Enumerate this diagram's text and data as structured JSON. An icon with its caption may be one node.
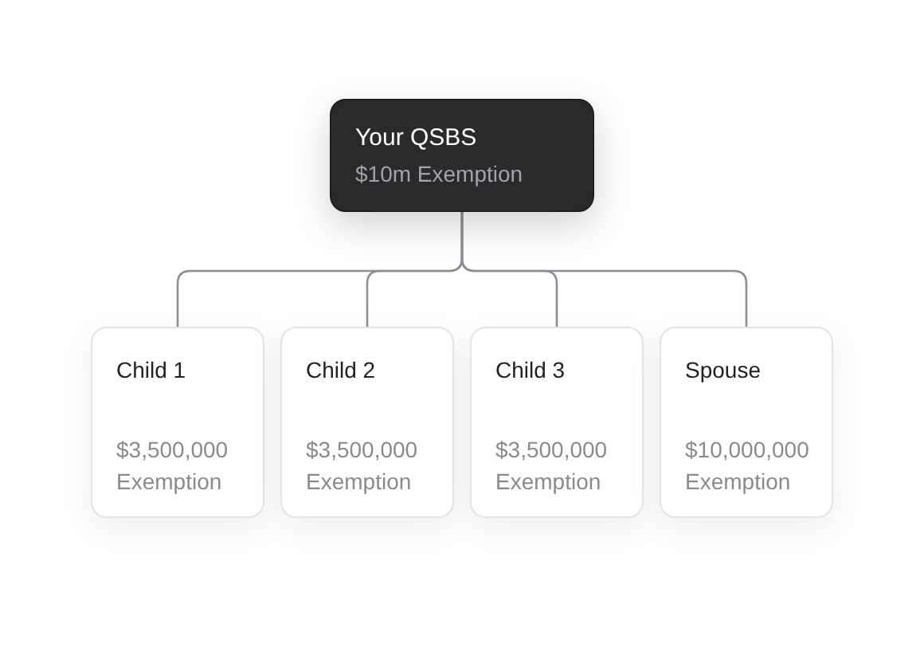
{
  "diagram": {
    "nodes": [
      {
        "text": [
          "Your QSBS",
          "$10m Exemption"
        ]
      },
      {
        "text": [
          "Child 1",
          "$3,500,000 Exemption"
        ]
      },
      {
        "text": [
          "Child 2",
          "$3,500,000 Exemption"
        ]
      },
      {
        "text": [
          "Child 3",
          "$3,500,000 Exemption"
        ]
      },
      {
        "text": [
          "Spouse",
          "$10,000,000 Exemption"
        ]
      }
    ],
    "edges": [
      {
        "from": 0,
        "to": 1,
        "arrow": "none"
      },
      {
        "from": 0,
        "to": 2,
        "arrow": "none"
      },
      {
        "from": 0,
        "to": 3,
        "arrow": "none"
      },
      {
        "from": 0,
        "to": 4,
        "arrow": "none"
      }
    ]
  }
}
